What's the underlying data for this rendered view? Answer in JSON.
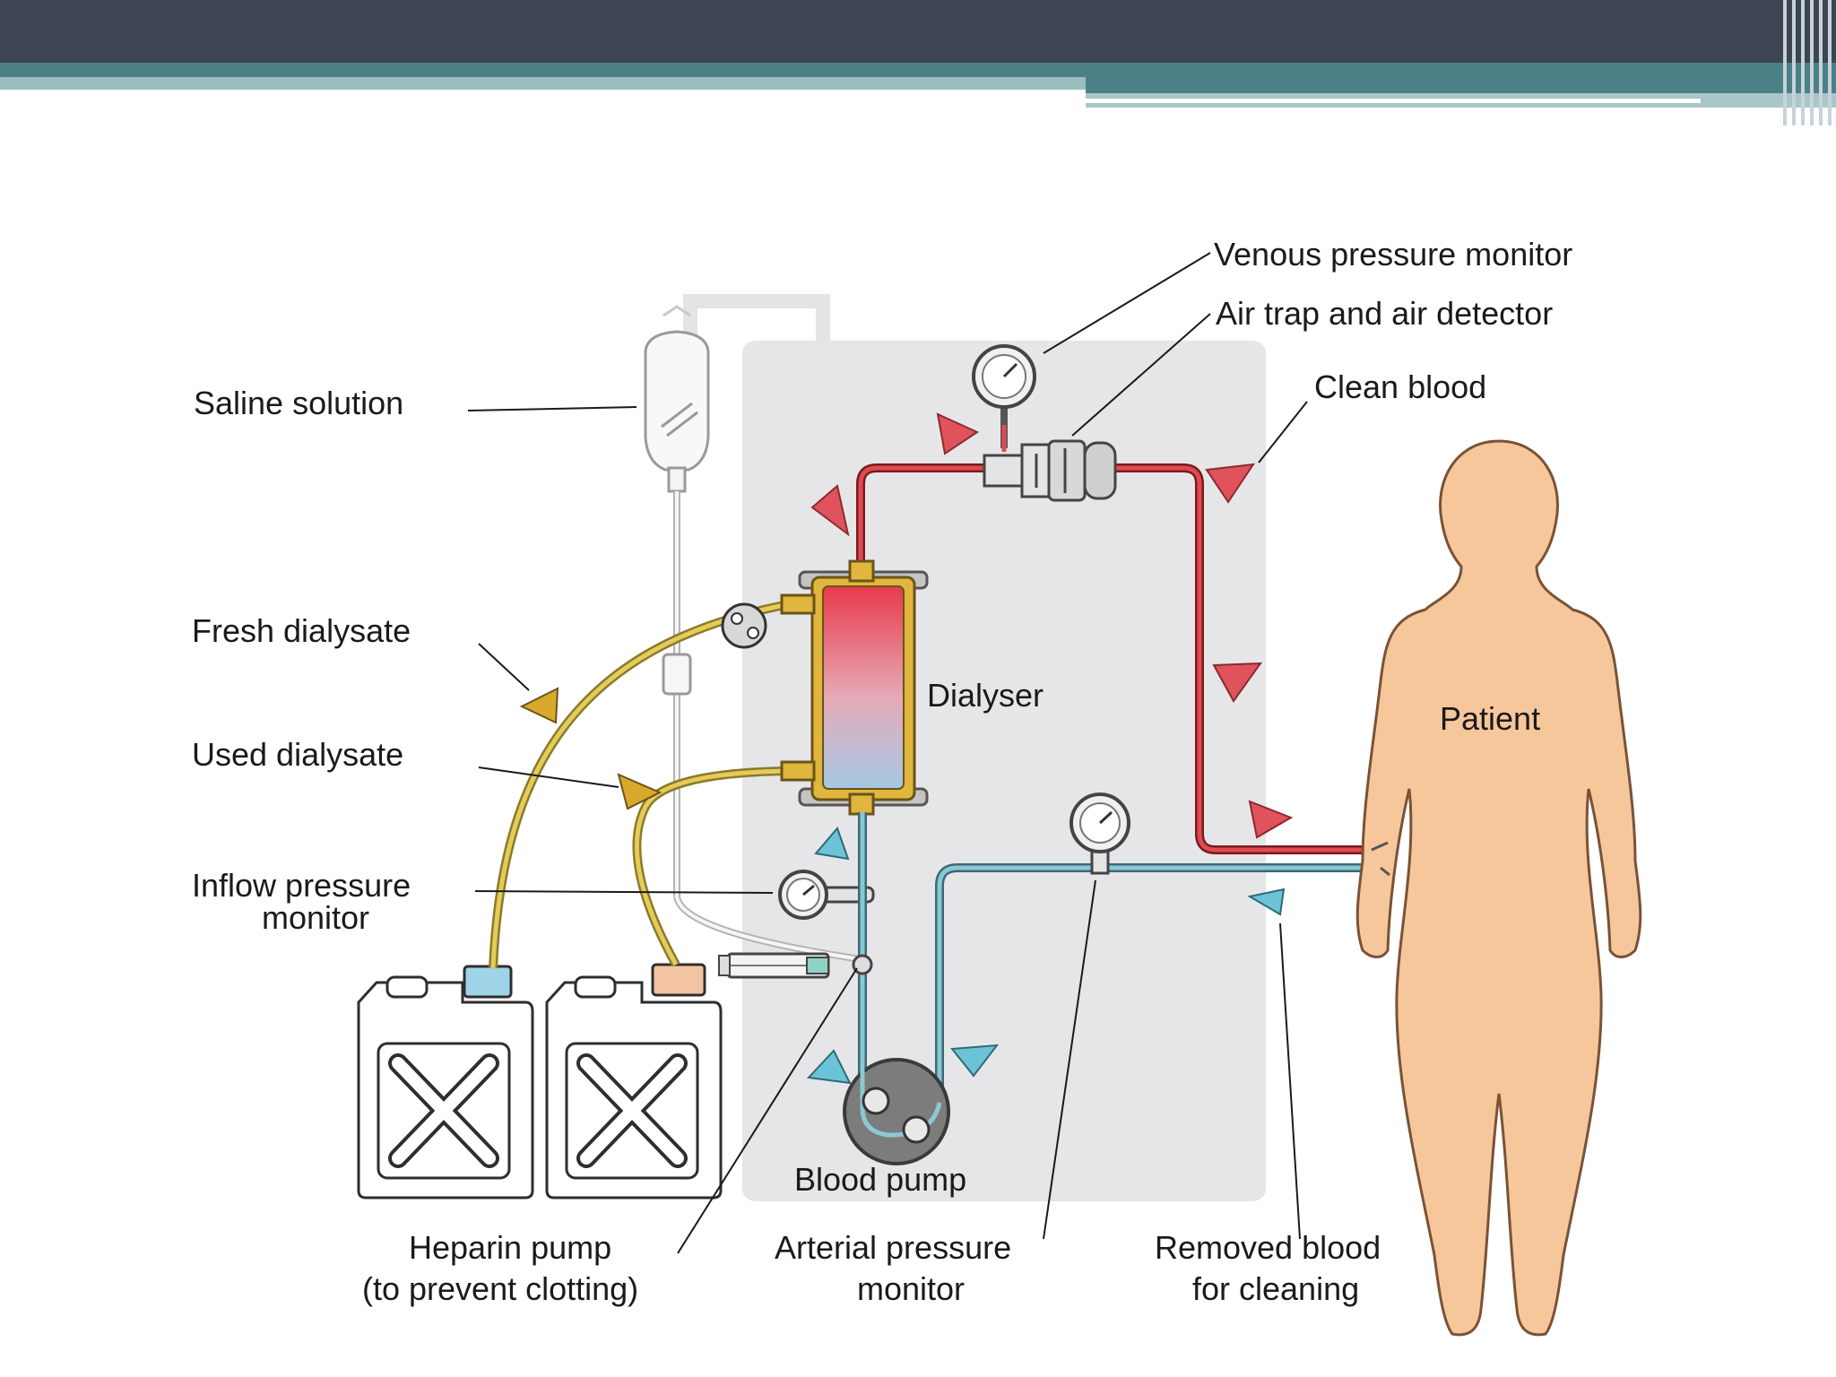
{
  "labels": {
    "venous_pressure_monitor": "Venous pressure monitor",
    "air_trap": "Air trap and air detector",
    "clean_blood": "Clean blood",
    "saline_solution": "Saline solution",
    "fresh_dialysate": "Fresh dialysate",
    "dialyser": "Dialyser",
    "patient": "Patient",
    "used_dialysate": "Used dialysate",
    "inflow_pressure_monitor_line1": "Inflow pressure",
    "inflow_pressure_monitor_line2": "monitor",
    "blood_pump": "Blood pump",
    "heparin_pump_line1": "Heparin pump",
    "heparin_pump_line2": "(to prevent clotting)",
    "arterial_pressure_monitor_line1": "Arterial pressure",
    "arterial_pressure_monitor_line2": "monitor",
    "removed_blood_line1": "Removed blood",
    "removed_blood_line2": "for cleaning"
  },
  "colors": {
    "header_dark": "#3d4452",
    "header_teal": "#4c8087",
    "machine": "#e6e6e8",
    "clean_blood": "#c9333b",
    "removed_blood": "#74b2bf",
    "dialysate": "#c9a62c",
    "skin": "#f7c79c",
    "arrow_red": "#e0525c",
    "arrow_blue": "#6cc3d8",
    "arrow_gold": "#d8a92c"
  }
}
